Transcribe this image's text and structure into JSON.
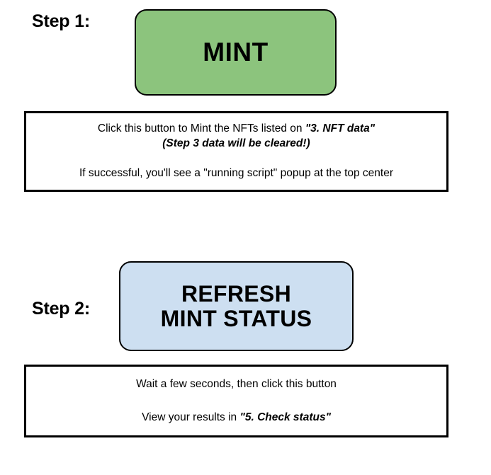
{
  "steps": [
    {
      "label": "Step 1:",
      "button": {
        "name": "mint-button",
        "text": "MINT",
        "color": "#8cc47d"
      },
      "info": {
        "line1_pre": "Click this button to Mint the NFTs listed on ",
        "line1_emph": "\"3. NFT data\"",
        "line2_emph": "(Step 3 data will be cleared!)",
        "line3": "If successful, you'll see a \"running script\" popup at the top center"
      }
    },
    {
      "label": "Step 2:",
      "button": {
        "name": "refresh-mint-status-button",
        "text_line1": "REFRESH",
        "text_line2": "MINT STATUS",
        "color": "#cddff1"
      },
      "info": {
        "line1": "Wait a few seconds, then click this button",
        "line2_pre": "View your results in ",
        "line2_emph": "\"5. Check status\""
      }
    }
  ],
  "colors": {
    "border": "#000000",
    "text": "#000000",
    "background": "#ffffff"
  }
}
